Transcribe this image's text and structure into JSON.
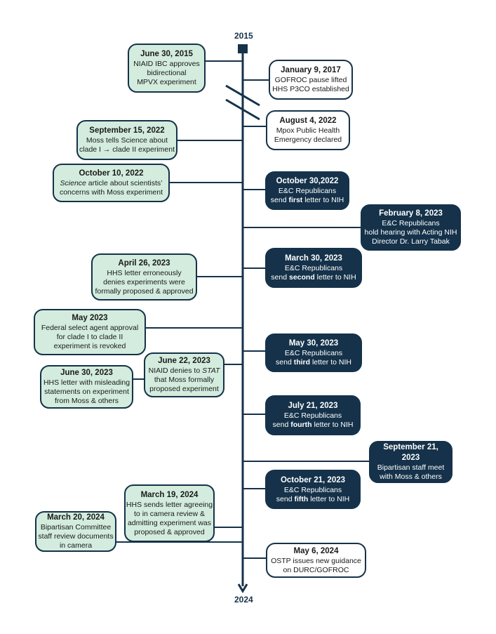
{
  "timeline": {
    "start_label": "2015",
    "end_label": "2024",
    "events": [
      {
        "id": "e1",
        "style": "green",
        "date": "June 30, 2015",
        "lines": [
          [
            {
              "t": "NIAID IBC approves"
            }
          ],
          [
            {
              "t": "bidirectional"
            }
          ],
          [
            {
              "t": "MPVX experiment"
            }
          ]
        ]
      },
      {
        "id": "e2",
        "style": "white",
        "date": "January 9, 2017",
        "lines": [
          [
            {
              "t": "GOFROC pause lifted"
            }
          ],
          [
            {
              "t": "HHS P3CO established"
            }
          ]
        ]
      },
      {
        "id": "e3",
        "style": "white",
        "date": "August 4, 2022",
        "lines": [
          [
            {
              "t": "Mpox Public Health"
            }
          ],
          [
            {
              "t": "Emergency declared"
            }
          ]
        ]
      },
      {
        "id": "e4",
        "style": "green",
        "date": "September 15, 2022",
        "lines": [
          [
            {
              "t": "Moss tells Science about"
            }
          ],
          [
            {
              "t": "clade I → clade II experiment"
            }
          ]
        ]
      },
      {
        "id": "e5",
        "style": "green",
        "date": "October 10, 2022",
        "lines": [
          [
            {
              "t": "Science",
              "i": true
            },
            {
              "t": " article about scientists’"
            }
          ],
          [
            {
              "t": "concerns with Moss experiment"
            }
          ]
        ]
      },
      {
        "id": "e6",
        "style": "navy",
        "date": "October 30,2022",
        "lines": [
          [
            {
              "t": "E&C Republicans"
            }
          ],
          [
            {
              "t": "send "
            },
            {
              "t": "first",
              "b": true
            },
            {
              "t": " letter to NIH"
            }
          ]
        ]
      },
      {
        "id": "e7",
        "style": "navy",
        "date": "February 8, 2023",
        "lines": [
          [
            {
              "t": "E&C Republicans"
            }
          ],
          [
            {
              "t": "hold hearing with Acting NIH"
            }
          ],
          [
            {
              "t": "Director Dr. Larry Tabak"
            }
          ]
        ]
      },
      {
        "id": "e8",
        "style": "navy",
        "date": "March 30, 2023",
        "lines": [
          [
            {
              "t": "E&C Republicans"
            }
          ],
          [
            {
              "t": "send "
            },
            {
              "t": "second",
              "b": true
            },
            {
              "t": " letter to NIH"
            }
          ]
        ]
      },
      {
        "id": "e9",
        "style": "green",
        "date": "April 26, 2023",
        "lines": [
          [
            {
              "t": "HHS letter erroneously"
            }
          ],
          [
            {
              "t": "denies experiments were"
            }
          ],
          [
            {
              "t": "formally proposed & approved"
            }
          ]
        ]
      },
      {
        "id": "e10",
        "style": "green",
        "date": "May 2023",
        "lines": [
          [
            {
              "t": "Federal select agent approval"
            }
          ],
          [
            {
              "t": "for clade I to clade II"
            }
          ],
          [
            {
              "t": "experiment is revoked"
            }
          ]
        ]
      },
      {
        "id": "e11",
        "style": "navy",
        "date": "May 30, 2023",
        "lines": [
          [
            {
              "t": "E&C Republicans"
            }
          ],
          [
            {
              "t": "send "
            },
            {
              "t": "third",
              "b": true
            },
            {
              "t": " letter to NIH"
            }
          ]
        ]
      },
      {
        "id": "e12",
        "style": "green",
        "date": "June 22, 2023",
        "lines": [
          [
            {
              "t": "NIAID denies to "
            },
            {
              "t": "STAT",
              "i": true
            }
          ],
          [
            {
              "t": "that Moss formally"
            }
          ],
          [
            {
              "t": "proposed experiment"
            }
          ]
        ]
      },
      {
        "id": "e13",
        "style": "green",
        "date": "June 30, 2023",
        "lines": [
          [
            {
              "t": "HHS letter with misleading"
            }
          ],
          [
            {
              "t": "statements on experiment"
            }
          ],
          [
            {
              "t": "from Moss & others"
            }
          ]
        ]
      },
      {
        "id": "e14",
        "style": "navy",
        "date": "July 21, 2023",
        "lines": [
          [
            {
              "t": "E&C Republicans"
            }
          ],
          [
            {
              "t": "send "
            },
            {
              "t": "fourth",
              "b": true
            },
            {
              "t": " letter to NIH"
            }
          ]
        ]
      },
      {
        "id": "e15",
        "style": "navy",
        "date": "September 21, 2023",
        "lines": [
          [
            {
              "t": "Bipartisan staff meet"
            }
          ],
          [
            {
              "t": "with Moss & others"
            }
          ]
        ]
      },
      {
        "id": "e16",
        "style": "navy",
        "date": "October 21, 2023",
        "lines": [
          [
            {
              "t": "E&C Republicans"
            }
          ],
          [
            {
              "t": "send "
            },
            {
              "t": "fifth",
              "b": true
            },
            {
              "t": " letter to NIH"
            }
          ]
        ]
      },
      {
        "id": "e17",
        "style": "green",
        "date": "March 19, 2024",
        "lines": [
          [
            {
              "t": "HHS sends letter agreeing"
            }
          ],
          [
            {
              "t": "to in camera review &"
            }
          ],
          [
            {
              "t": "admitting experiment was"
            }
          ],
          [
            {
              "t": "proposed & approved"
            }
          ]
        ]
      },
      {
        "id": "e18",
        "style": "green",
        "date": "March 20, 2024",
        "lines": [
          [
            {
              "t": "Bipartisan Committee"
            }
          ],
          [
            {
              "t": "staff review documents"
            }
          ],
          [
            {
              "t": "in camera"
            }
          ]
        ]
      },
      {
        "id": "e19",
        "style": "white",
        "date": "May 6, 2024",
        "lines": [
          [
            {
              "t": "OSTP issues new guidance"
            }
          ],
          [
            {
              "t": "on DURC/GOFROC"
            }
          ]
        ]
      }
    ]
  },
  "colors": {
    "navy": "#15324a",
    "green_fill": "#d3ecdd",
    "white_fill": "#ffffff"
  }
}
